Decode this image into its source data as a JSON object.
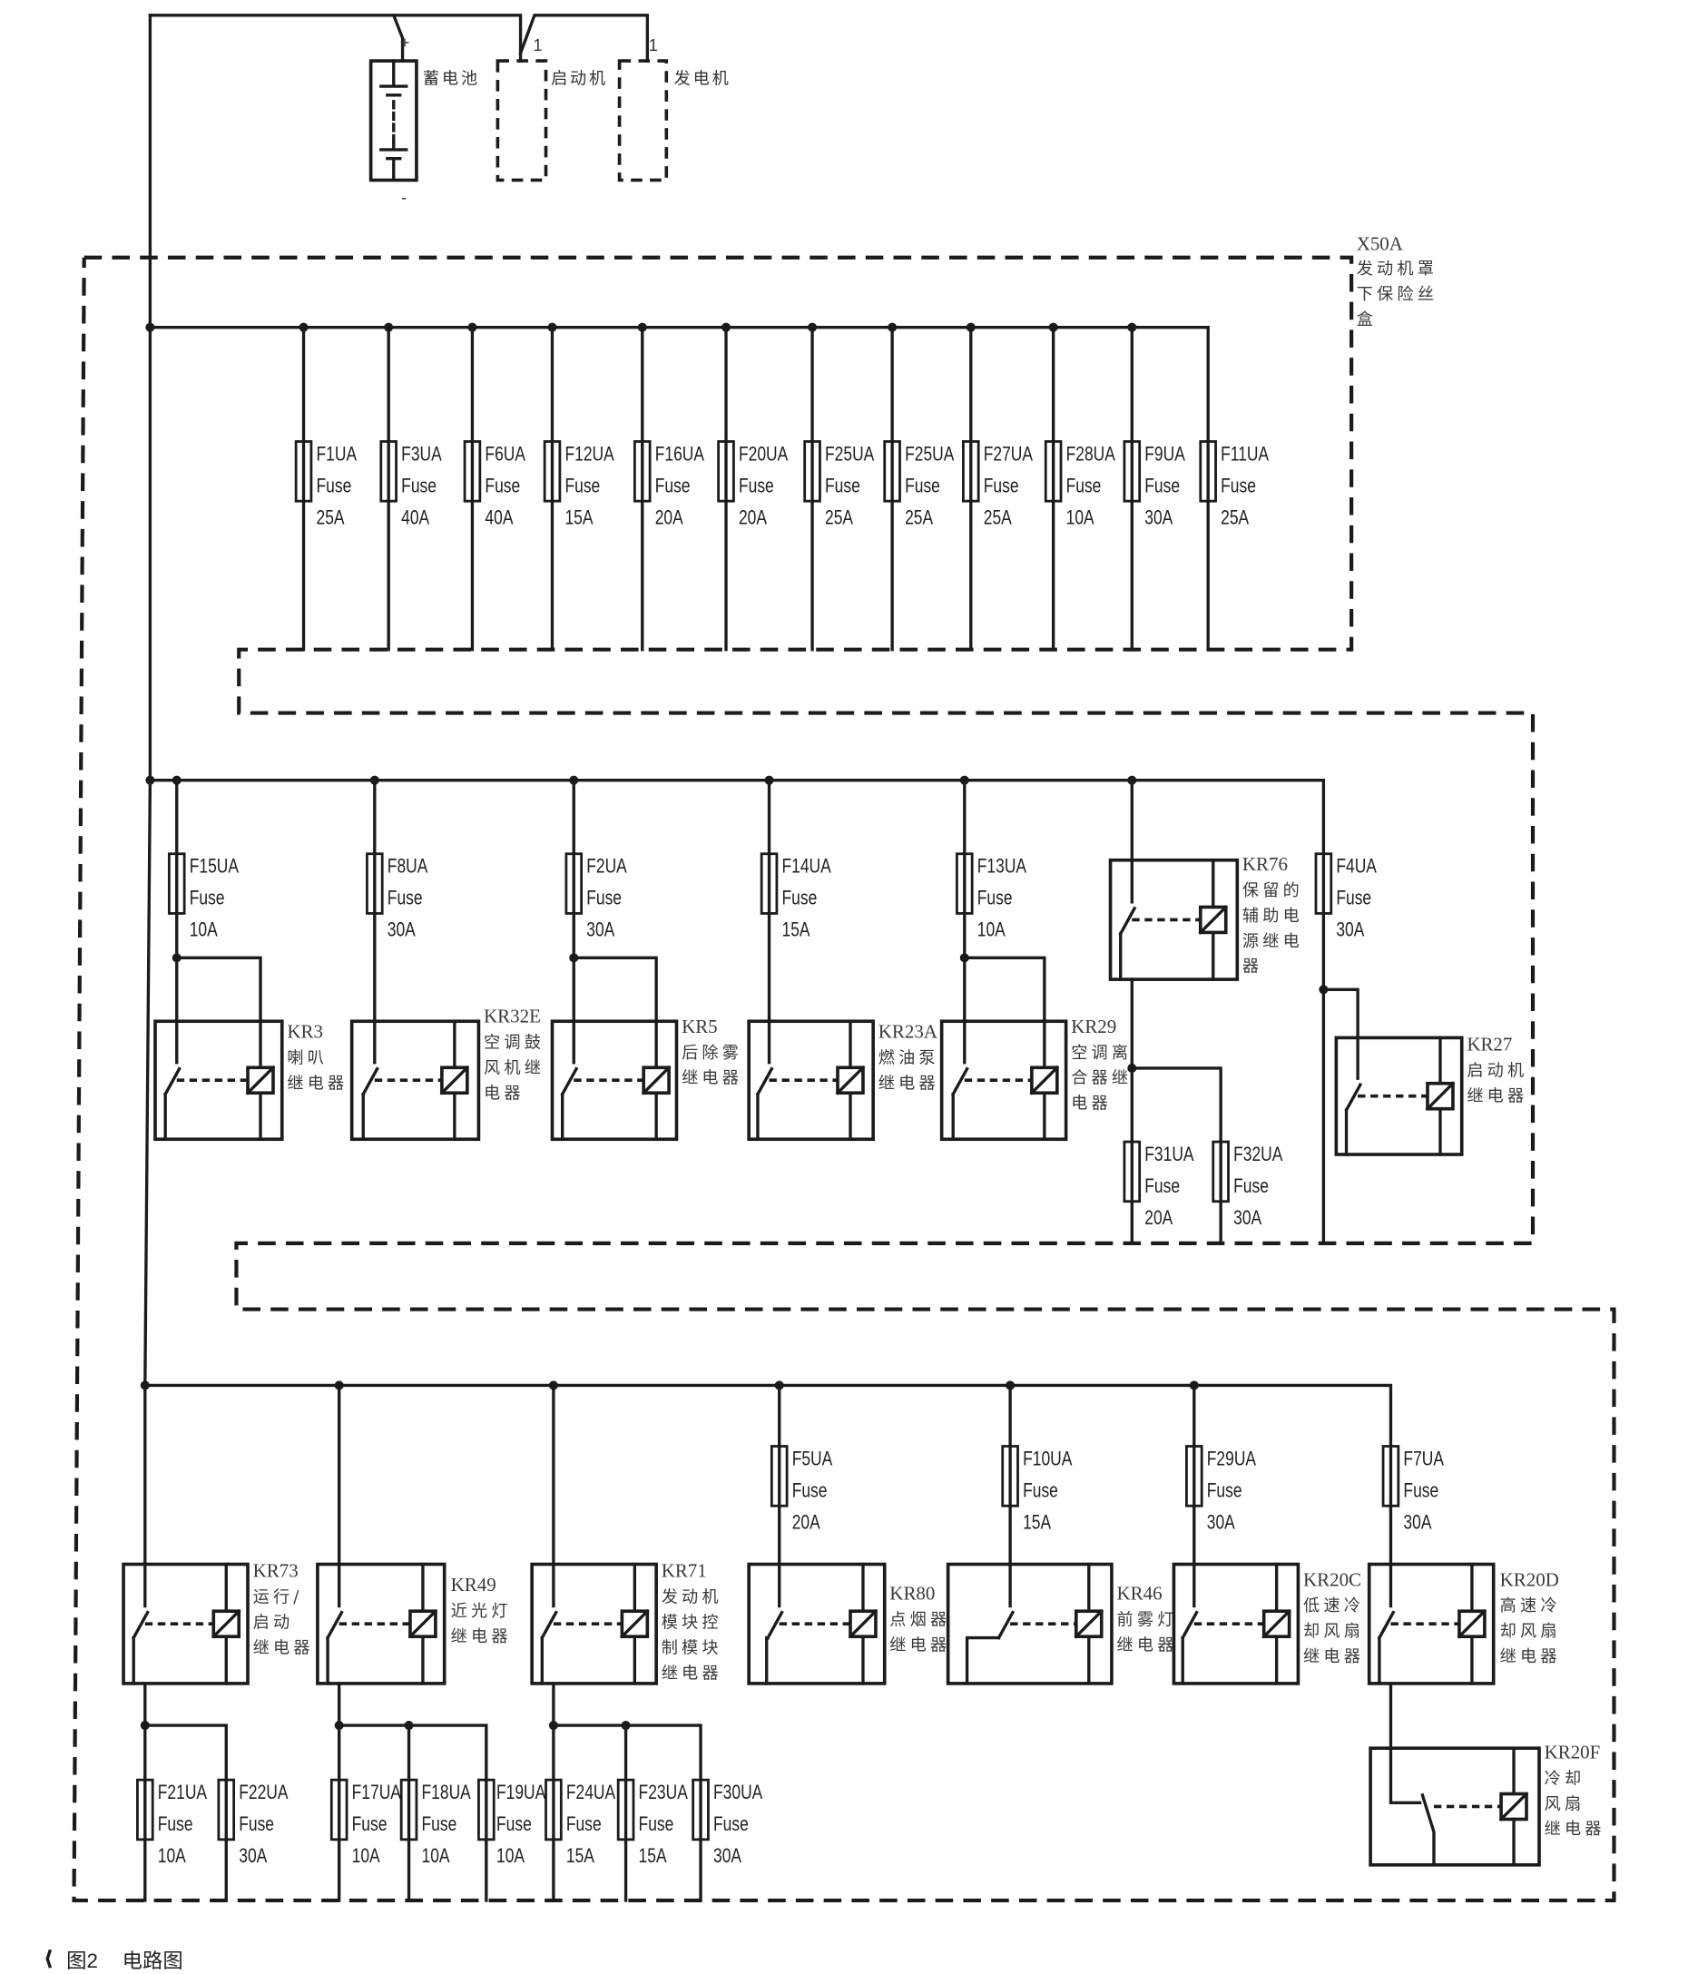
{
  "power_sources": {
    "battery": {
      "positive": "+",
      "label": "蓄电池",
      "negative": "-"
    },
    "starter": {
      "terminal": "1",
      "label": "启动机"
    },
    "generator": {
      "terminal": "1",
      "label": "发电机"
    }
  },
  "fuse_box": {
    "id": "X50A",
    "name_lines": [
      "发动机罩",
      "下保险丝",
      "盒"
    ]
  },
  "fuses": [
    {
      "name": "F1UA",
      "type": "Fuse",
      "rating": "25A"
    },
    {
      "name": "F3UA",
      "type": "Fuse",
      "rating": "40A"
    },
    {
      "name": "F6UA",
      "type": "Fuse",
      "rating": "40A"
    },
    {
      "name": "F12UA",
      "type": "Fuse",
      "rating": "15A"
    },
    {
      "name": "F16UA",
      "type": "Fuse",
      "rating": "20A"
    },
    {
      "name": "F20UA",
      "type": "Fuse",
      "rating": "20A"
    },
    {
      "name": "F25UA",
      "type": "Fuse",
      "rating": "25A"
    },
    {
      "name": "F25UA",
      "type": "Fuse",
      "rating": "25A"
    },
    {
      "name": "F27UA",
      "type": "Fuse",
      "rating": "25A"
    },
    {
      "name": "F28UA",
      "type": "Fuse",
      "rating": "10A"
    },
    {
      "name": "F9UA",
      "type": "Fuse",
      "rating": "30A"
    },
    {
      "name": "F11UA",
      "type": "Fuse",
      "rating": "25A"
    },
    {
      "name": "F15UA",
      "type": "Fuse",
      "rating": "10A"
    },
    {
      "name": "F8UA",
      "type": "Fuse",
      "rating": "30A"
    },
    {
      "name": "F2UA",
      "type": "Fuse",
      "rating": "30A"
    },
    {
      "name": "F14UA",
      "type": "Fuse",
      "rating": "15A"
    },
    {
      "name": "F13UA",
      "type": "Fuse",
      "rating": "10A"
    },
    {
      "name": "F31UA",
      "type": "Fuse",
      "rating": "20A"
    },
    {
      "name": "F32UA",
      "type": "Fuse",
      "rating": "30A"
    },
    {
      "name": "F4UA",
      "type": "Fuse",
      "rating": "30A"
    },
    {
      "name": "F5UA",
      "type": "Fuse",
      "rating": "20A"
    },
    {
      "name": "F10UA",
      "type": "Fuse",
      "rating": "15A"
    },
    {
      "name": "F29UA",
      "type": "Fuse",
      "rating": "30A"
    },
    {
      "name": "F7UA",
      "type": "Fuse",
      "rating": "30A"
    },
    {
      "name": "F21UA",
      "type": "Fuse",
      "rating": "10A"
    },
    {
      "name": "F22UA",
      "type": "Fuse",
      "rating": "30A"
    },
    {
      "name": "F17UA",
      "type": "Fuse",
      "rating": "10A"
    },
    {
      "name": "F18UA",
      "type": "Fuse",
      "rating": "10A"
    },
    {
      "name": "F19UA",
      "type": "Fuse",
      "rating": "10A"
    },
    {
      "name": "F24UA",
      "type": "Fuse",
      "rating": "15A"
    },
    {
      "name": "F23UA",
      "type": "Fuse",
      "rating": "15A"
    },
    {
      "name": "F30UA",
      "type": "Fuse",
      "rating": "30A"
    }
  ],
  "relays": [
    {
      "id": "KR3",
      "name_lines": [
        "喇叭",
        "继电器"
      ]
    },
    {
      "id": "KR32E",
      "name_lines": [
        "空调鼓",
        "风机继",
        "电器"
      ]
    },
    {
      "id": "KR5",
      "name_lines": [
        "后除雾",
        "继电器"
      ]
    },
    {
      "id": "KR23A",
      "name_lines": [
        "燃油泵",
        "继电器"
      ]
    },
    {
      "id": "KR29",
      "name_lines": [
        "空调离",
        "合器继",
        "电器"
      ]
    },
    {
      "id": "KR76",
      "name_lines": [
        "保留的",
        "辅助电",
        "源继电",
        "器"
      ]
    },
    {
      "id": "KR27",
      "name_lines": [
        "启动机",
        "继电器"
      ]
    },
    {
      "id": "KR73",
      "name_lines": [
        "运行/",
        "启动",
        "继电器"
      ]
    },
    {
      "id": "KR49",
      "name_lines": [
        "近光灯",
        "继电器"
      ]
    },
    {
      "id": "KR71",
      "name_lines": [
        "发动机",
        "模块控",
        "制模块",
        "继电器"
      ]
    },
    {
      "id": "KR80",
      "name_lines": [
        "点烟器",
        "继电器"
      ]
    },
    {
      "id": "KR46",
      "name_lines": [
        "前雾灯",
        "继电器"
      ]
    },
    {
      "id": "KR20C",
      "name_lines": [
        "低速冷",
        "却风扇",
        "继电器"
      ]
    },
    {
      "id": "KR20D",
      "name_lines": [
        "高速冷",
        "却风扇",
        "继电器"
      ]
    },
    {
      "id": "KR20F",
      "name_lines": [
        "冷却",
        "风扇",
        "继电器"
      ]
    }
  ],
  "caption": {
    "figure": "图2",
    "title": "电路图"
  }
}
